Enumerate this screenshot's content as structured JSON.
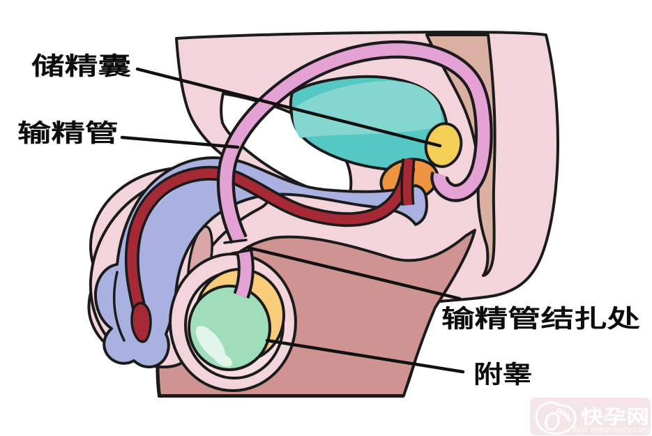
{
  "figure": {
    "kind": "anatomy-illustration",
    "subject": "male reproductive system sagittal diagram with vasectomy site"
  },
  "labels": {
    "seminal_vesicle": "储精囊",
    "vas_deferens": "输精管",
    "vasectomy_site": "输精管结扎处",
    "epididymis": "附睾"
  },
  "watermark": {
    "site_name": "快孕网",
    "site_url": "fast-pregnancy.com"
  },
  "colors": {
    "background": "#ffffff",
    "body_skin": "#f2d4da",
    "deep_skin": "#cf9392",
    "sacrum_band": "#d9b0a2",
    "bladder": "#56c8c3",
    "bladder_highlight": "#84d7d1",
    "vas_tube": "#e3a2d3",
    "seminal_vesicle": "#f3cf55",
    "prostate": "#ee9440",
    "urethra": "#a52a35",
    "penis_shaft": "#a8b1e0",
    "penis_highlight": "#c9cff2",
    "epididymis": "#f9cc7b",
    "testis": "#a0ddbb",
    "scrotum_inner": "#f5dde1",
    "outline": "#1b1b1b"
  }
}
